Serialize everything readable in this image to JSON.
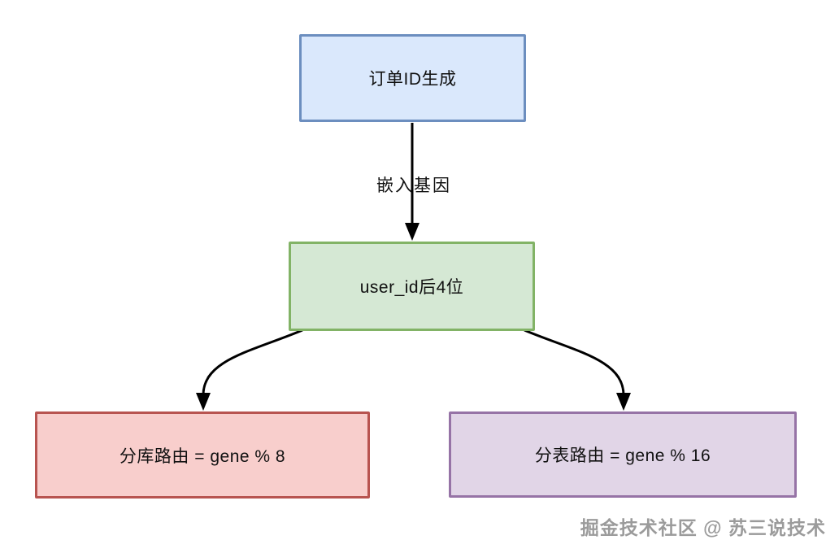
{
  "diagram": {
    "nodes": [
      {
        "id": "order-id",
        "label": "订单ID生成",
        "fill": "#dae8fc",
        "border": "#6c8ebf"
      },
      {
        "id": "user-id",
        "label": "user_id后4位",
        "fill": "#d5e8d4",
        "border": "#82b366"
      },
      {
        "id": "db-route",
        "label": "分库路由 = gene % 8",
        "fill": "#f8cecc",
        "border": "#b85450"
      },
      {
        "id": "table-route",
        "label": "分表路由 = gene % 16",
        "fill": "#e1d5e7",
        "border": "#9673a6"
      }
    ],
    "edges": [
      {
        "from": "order-id",
        "to": "user-id",
        "label": "嵌入基因"
      },
      {
        "from": "user-id",
        "to": "db-route",
        "label": ""
      },
      {
        "from": "user-id",
        "to": "table-route",
        "label": ""
      }
    ],
    "edge_color": "#000000",
    "watermark": "掘金技术社区 @ 苏三说技术"
  }
}
